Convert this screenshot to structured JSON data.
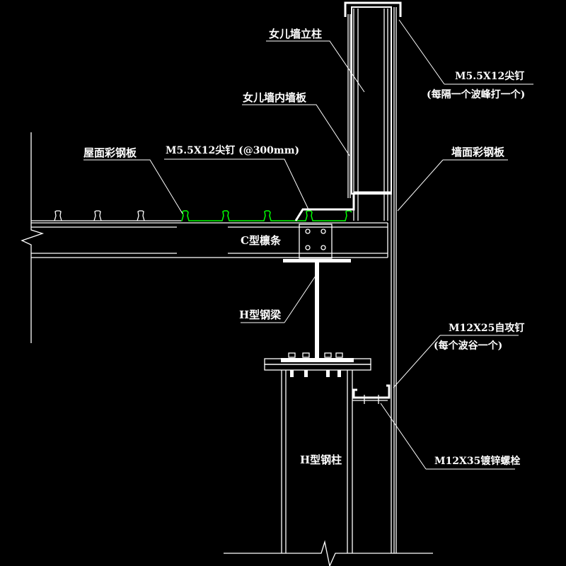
{
  "drawing": {
    "title": "女儿墙节点详图",
    "background": "#000000",
    "line_color": "#ffffff",
    "highlight_color": "#00ff00"
  },
  "labels": {
    "parapet_column": "女儿墙立柱",
    "parapet_inner_panel": "女儿墙内墙板",
    "roof_panel": "屋面彩钢板",
    "roof_screw": "M5.5X12尖钉 (@300mm)",
    "wall_screw_line1": "M5.5X12尖钉",
    "wall_screw_line2": "(每隔一个波峰打一个)",
    "wall_panel": "墙面彩钢板",
    "c_purlin": "C型檩条",
    "h_beam": "H型钢梁",
    "self_tapping_line1": "M12X25自攻钉",
    "self_tapping_line2": "(每个波谷一个)",
    "galv_bolt": "M12X35镀锌螺栓",
    "h_column": "H型钢柱"
  }
}
